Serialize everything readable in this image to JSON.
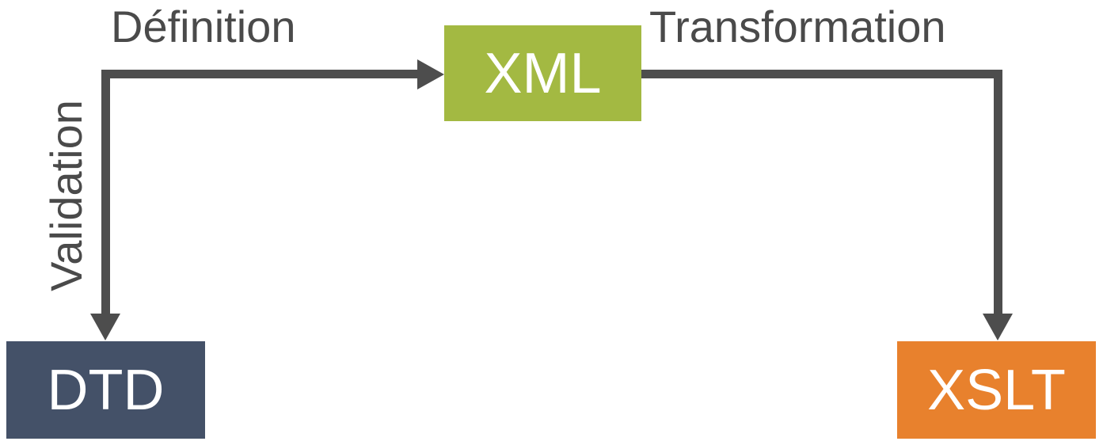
{
  "diagram": {
    "background": "#ffffff",
    "arrow_color": "#4d4d4d",
    "edge_label_color": "#4a4a4a",
    "nodes": {
      "xml": {
        "label": "XML",
        "color": "#a3b942",
        "text_color": "#ffffff"
      },
      "dtd": {
        "label": "DTD",
        "color": "#445168",
        "text_color": "#ffffff"
      },
      "xslt": {
        "label": "XSLT",
        "color": "#e8812d",
        "text_color": "#ffffff"
      }
    },
    "edges": {
      "definition": {
        "label": "Définition",
        "to": "xml",
        "direction": "right"
      },
      "validation": {
        "label": "Validation",
        "to": "dtd",
        "direction": "down"
      },
      "transformation": {
        "label": "Transformation",
        "from": "xml",
        "to": "xslt",
        "direction": "right-then-down"
      }
    }
  }
}
